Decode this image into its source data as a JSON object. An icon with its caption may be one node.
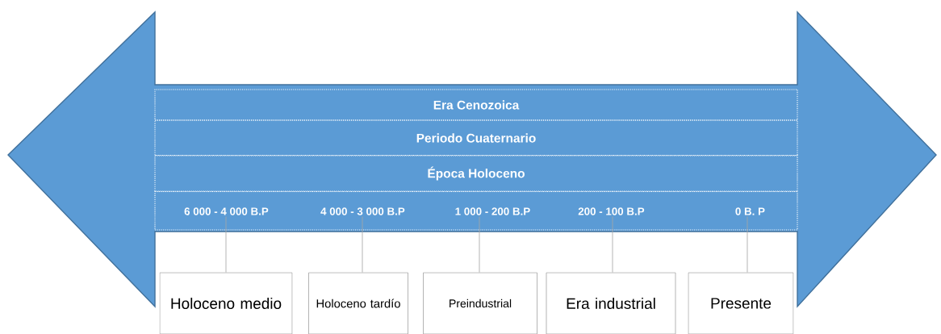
{
  "diagram": {
    "nodes": [
      {
        "text": [
          "Era Cenozoica"
        ]
      },
      {
        "text": [
          "Periodo Cuaternario"
        ]
      },
      {
        "text": [
          "Época Holoceno"
        ]
      },
      {
        "text": [],
        "shape": "box"
      },
      {
        "text": [
          "6 000 - 4 000 B.P"
        ],
        "in": 3
      },
      {
        "text": [
          "4 000 - 3 000 B.P"
        ],
        "in": 3
      },
      {
        "text": [
          "1 000 - 200 B.P"
        ],
        "in": 3
      },
      {
        "text": [
          "200 - 100 B.P"
        ],
        "in": 3
      },
      {
        "text": [
          "0 B. P"
        ],
        "in": 3
      },
      {
        "text": [
          "Holoceno medio"
        ]
      },
      {
        "text": [
          "Holoceno tardío"
        ]
      },
      {
        "text": [
          "Preindustrial"
        ]
      },
      {
        "text": [
          "Era industrial"
        ]
      },
      {
        "text": [
          "Presente"
        ]
      }
    ],
    "edges": [
      {
        "from": 4,
        "to": 9,
        "arrow": "none"
      },
      {
        "from": 5,
        "to": 10,
        "arrow": "none"
      },
      {
        "from": 6,
        "to": 11,
        "arrow": "none"
      },
      {
        "from": 7,
        "to": 12,
        "arrow": "none"
      },
      {
        "from": 8,
        "to": 13,
        "arrow": "none"
      }
    ]
  }
}
